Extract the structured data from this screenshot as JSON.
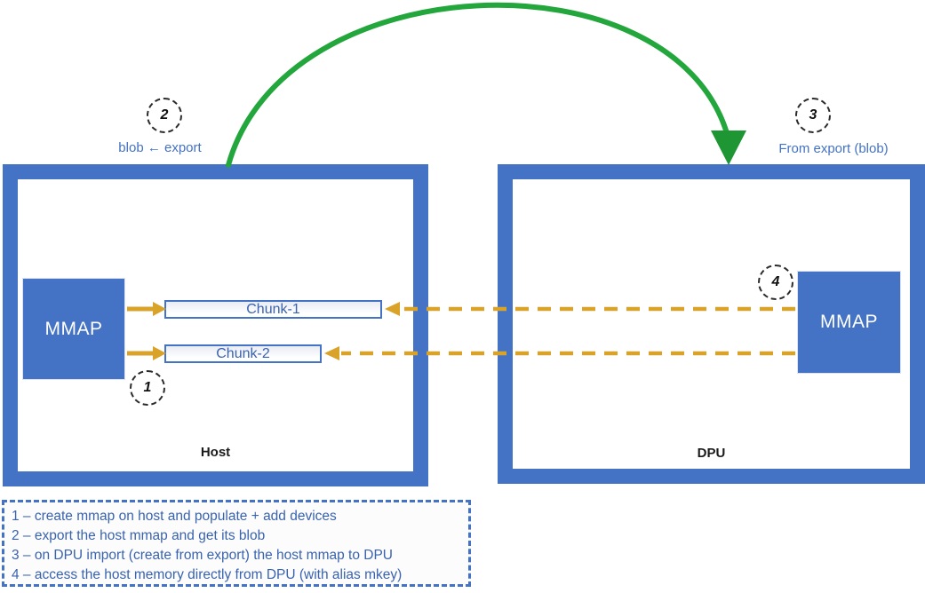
{
  "host": {
    "title": "Host",
    "mmap_label": "MMAP",
    "chunks": [
      {
        "label": "Chunk-1"
      },
      {
        "label": "Chunk-2"
      }
    ]
  },
  "dpu": {
    "title": "DPU",
    "mmap_label": "MMAP"
  },
  "markers": {
    "m1": {
      "number": "1"
    },
    "m2": {
      "number": "2",
      "caption": "blob ← export"
    },
    "m3": {
      "number": "3",
      "caption": "From export (blob)"
    },
    "m4": {
      "number": "4"
    }
  },
  "legend": {
    "lines": [
      "1 – create mmap on host and populate + add devices",
      "2 – export the host mmap and get its blob",
      "3 – on DPU import (create from export) the host mmap to DPU",
      "4 – access the host memory directly from DPU (with alias mkey)"
    ]
  },
  "colors": {
    "box_blue": "#4472C4",
    "arrow_gold": "#D9A229",
    "arrow_green": "#23A63C",
    "label_blue": "#3A63AE"
  }
}
